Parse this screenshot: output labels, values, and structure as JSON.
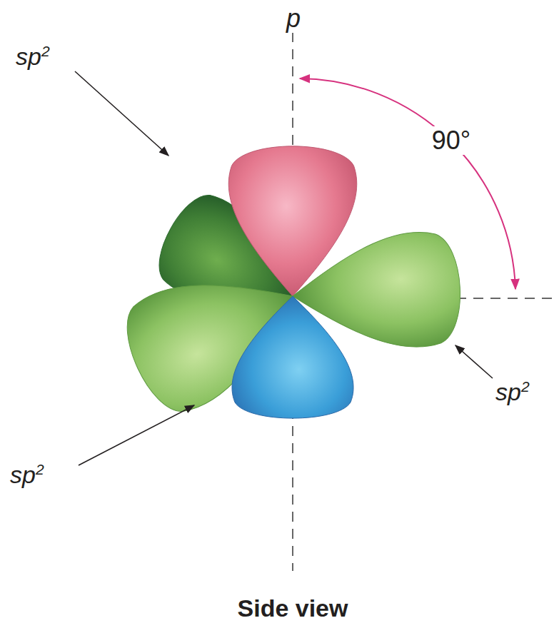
{
  "diagram": {
    "labels": [
      "p",
      "90°",
      "sp2",
      "sp2",
      "sp2",
      "Side view"
    ]
  }
}
